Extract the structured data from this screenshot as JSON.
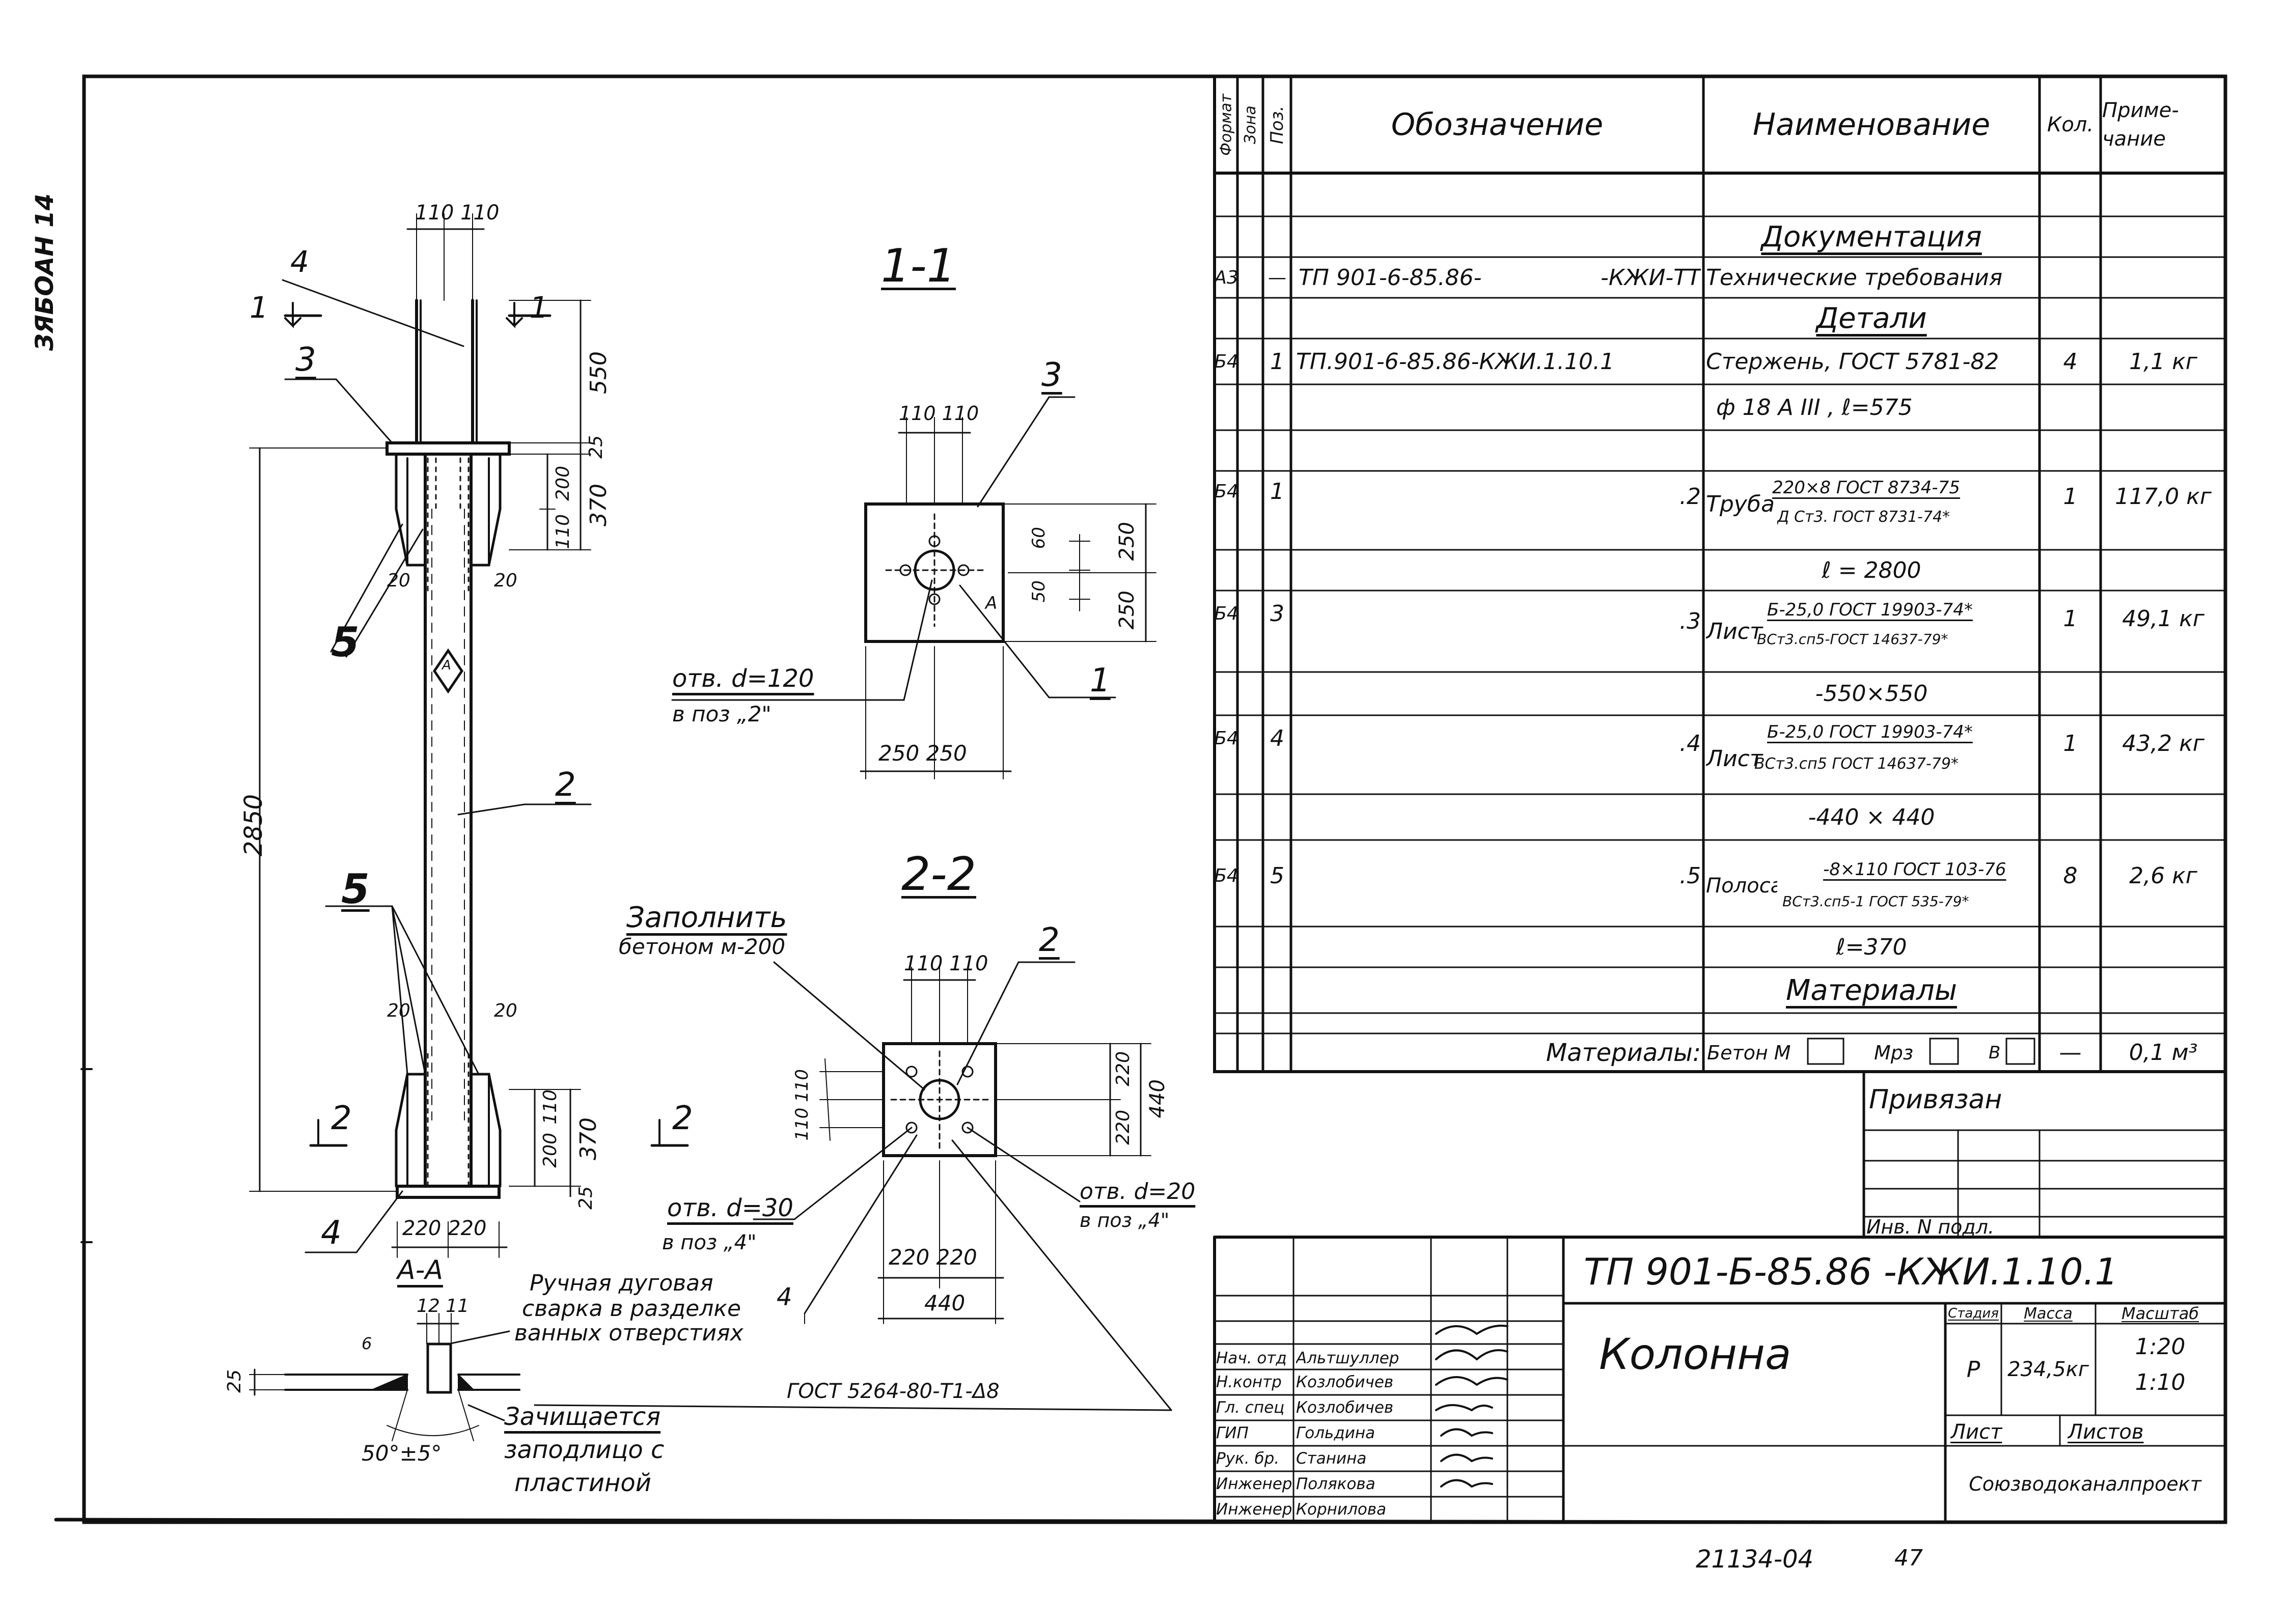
{
  "side_label": "ЗЯБОАН 14",
  "sections": {
    "s11": "1-1",
    "s22": "2-2",
    "aa": "А-А"
  },
  "column_view": {
    "dim_top": "110 110",
    "dim_550": "550",
    "dim_25_top": "25",
    "dim_370_top": "370",
    "dim_200_top": "200",
    "dim_110_top": "110",
    "dim_20_left_top": "20",
    "dim_20_right_top": "20",
    "dim_total": "2850",
    "dim_20_left_bot": "20",
    "dim_20_right_bot": "20",
    "dim_110_bot": "110",
    "dim_200_bot": "200",
    "dim_370_bot": "370",
    "dim_25_bot": "25",
    "dim_bottom": "220 220",
    "mark_A": "А",
    "cut1_left": "1",
    "cut1_right": "1",
    "cut2_left": "2",
    "cut2_right": "2",
    "pos1": "4",
    "pos3": "3",
    "pos5a": "5",
    "pos2": "2",
    "pos5b": "5",
    "pos4": "4"
  },
  "section_11": {
    "dim_top": "110 110",
    "dim_60": "60",
    "dim_50": "50",
    "dim_250a": "250",
    "dim_250b": "250",
    "dim_bottom": "250 250",
    "pos3": "3",
    "pos1": "1",
    "mark": "А",
    "hole_note_1": "отв. d=120",
    "hole_note_2": "в поз „2\""
  },
  "section_22": {
    "fill_1": "Заполнить",
    "fill_2": "бетоном м-200",
    "dim_top": "110 110",
    "dim_110_110": "110 110",
    "dim_220a": "220",
    "dim_220b": "220",
    "dim_440": "440",
    "dim_bottom": "220 220",
    "dim_bottom_total": "440",
    "pos2": "2",
    "hole30_1": "отв. d=30",
    "hole30_2": "в поз „4\"",
    "hole20_1": "отв. d=20",
    "hole20_2": "в поз „4\"",
    "gost": "ГОСТ 5264-80-Т1-Δ8"
  },
  "detail_aa": {
    "dims": "12 11",
    "dim_6": "6",
    "dim_25": "25",
    "angle": "50°±5°",
    "weld_1": "Ручная дуговая",
    "weld_2": "сварка в разделке",
    "weld_3": "ванных отверстиях",
    "weld_pos": "4",
    "clean_1": "Зачищается",
    "clean_2": "заподлицо с",
    "clean_3": "пластиной"
  },
  "spec": {
    "headers": {
      "format": "Формат",
      "zone": "Зона",
      "pos": "Поз.",
      "designation": "Обозначение",
      "name": "Наименование",
      "qty": "Кол.",
      "note": "Приме-чание"
    },
    "section_docs": "Документация",
    "section_parts": "Детали",
    "section_materials": "Материалы",
    "rows": [
      {
        "format": "А3",
        "pos": "—",
        "designation": "ТП 901-6-85.86-",
        "designation2": "-КЖИ-ТТ",
        "name": "Технические требования",
        "qty": "",
        "note": ""
      },
      {
        "format": "Б4",
        "pos": "1",
        "designation": "ТП.901-6-85.86-КЖИ.1.10.1",
        "name": "Стержень, ГОСТ 5781-82",
        "name2": "ф 18 А III , ℓ=575",
        "qty": "4",
        "note": "1,1 кг"
      },
      {
        "format": "Б4",
        "pos": "1",
        "designation": ".2",
        "name": "Труба",
        "name_frac_top": "220×8 ГОСТ 8734-75",
        "name_frac_bot": "Д Ст3. ГОСТ 8731-74*",
        "name2": "ℓ = 2800",
        "qty": "1",
        "note": "117,0 кг"
      },
      {
        "format": "Б4",
        "pos": "3",
        "designation": ".3",
        "name": "Лист",
        "name_frac_top": "Б-25,0 ГОСТ 19903-74*",
        "name_frac_bot": "ВСт3.сп5-ГОСТ 14637-79*",
        "name2": "-550×550",
        "qty": "1",
        "note": "49,1 кг"
      },
      {
        "format": "Б4",
        "pos": "4",
        "designation": ".4",
        "name": "Лист",
        "name_frac_top": "Б-25,0 ГОСТ 19903-74*",
        "name_frac_bot": "ВСт3.сп5 ГОСТ 14637-79*",
        "name2": "-440 × 440",
        "qty": "1",
        "note": "43,2 кг"
      },
      {
        "format": "Б4",
        "pos": "5",
        "designation": ".5",
        "name": "Полоса",
        "name_frac_top": "-8×110 ГОСТ 103-76",
        "name_frac_bot": "ВСт3.сп5-1 ГОСТ 535-79*",
        "name2": "ℓ=370",
        "qty": "8",
        "note": "2,6 кг"
      }
    ],
    "materials_label": "Материалы:",
    "materials_value": "Бетон М",
    "materials_mrz": "Мрз",
    "materials_v": "В",
    "materials_qty": "—",
    "materials_note": "0,1 м³"
  },
  "binding": {
    "title": "Привязан",
    "inv": "Инв. N подл."
  },
  "title_block": {
    "code": "ТП 901-Б-85.86 -КЖИ.1.10.1",
    "name": "Колонна",
    "stage_h": "Стадия",
    "mass_h": "Масса",
    "scale_h": "Масштаб",
    "stage": "Р",
    "mass": "234,5кг",
    "scale1": "1:20",
    "scale2": "1:10",
    "sheet": "Лист",
    "sheets": "Листов",
    "org": "Союзводоканалпроект",
    "staff": [
      {
        "role": "Нач. отд",
        "name": "Альтшуллер"
      },
      {
        "role": "Н.контр",
        "name": "Козлобичев"
      },
      {
        "role": "Гл. спец",
        "name": "Козлобичев"
      },
      {
        "role": "ГИП",
        "name": "Гольдина"
      },
      {
        "role": "Рук. бр.",
        "name": "Станина"
      },
      {
        "role": "Инженер",
        "name": "Полякова"
      },
      {
        "role": "Инженер",
        "name": "Корнилова"
      }
    ]
  },
  "footer": {
    "code": "21134-04",
    "page": "47"
  },
  "colors": {
    "ink": "#111111",
    "paper": "#ffffff"
  }
}
